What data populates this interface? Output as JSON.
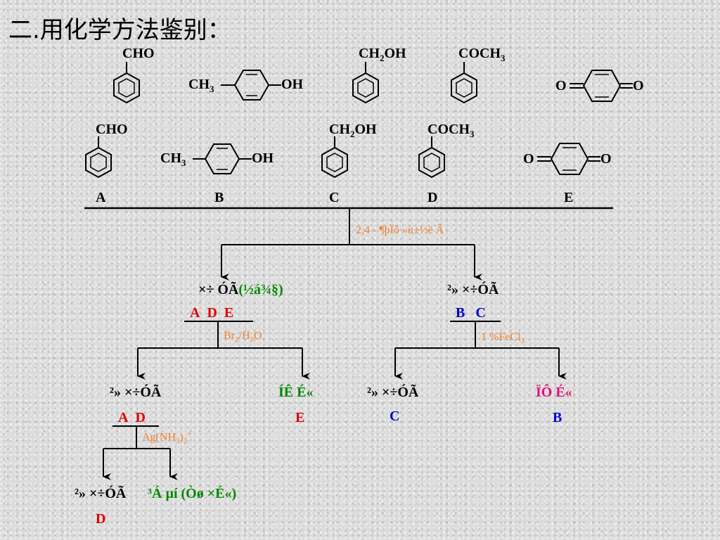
{
  "title": "二.用化学方法鉴别：",
  "row1": {
    "cho": "CHO",
    "ch3": "CH",
    "sub3": "3",
    "oh": "OH",
    "ch2oh_a": "CH",
    "sub2": "2",
    "ch2oh_b": "OH",
    "coch3": "COCH",
    "coch3_sub": "3",
    "o1": "O",
    "o2": "O"
  },
  "row2": {
    "cho": "CHO",
    "ch3": "CH",
    "sub3": "3",
    "oh": "OH",
    "ch2oh_a": "CH",
    "sub2": "2",
    "ch2oh_b": "OH",
    "coch3": "COCH",
    "coch3_sub": "3",
    "o1": "O",
    "o2": "O"
  },
  "labels": {
    "a": "A",
    "b": "B",
    "c": "C",
    "d": "D",
    "e": "E"
  },
  "reagents": {
    "dnph": "2,4 - ¶þÏõ »ù±½ë Â",
    "br2_a": "Br",
    "br2_sub": "2",
    "br2_b": "/H",
    "br2_sub2": "2",
    "br2_c": "O",
    "fecl3_a": "1 %FeCl",
    "fecl3_sub": "3",
    "tollens_a": "Ag(NH",
    "tollens_sub": "3",
    "tollens_b": ")",
    "tollens_sub2": "2",
    "tollens_sup": "+"
  },
  "results": {
    "left_top_a": "×÷ ÓÃ",
    "left_top_b": "(½á¾§)",
    "left_top_letters": {
      "a": "A",
      "d": "D",
      "e": "E"
    },
    "right_top": "²» ×÷ÓÃ",
    "right_top_letters": {
      "b": "B",
      "c": "C"
    },
    "ll": "²» ×÷ÓÃ",
    "ll_letters": {
      "a": "A",
      "d": "D"
    },
    "lr": "ÍÊ  É«",
    "lr_letter": "E",
    "rl": "²» ×÷ÓÃ",
    "rl_letter": "C",
    "rr": "ÏÔ  É«",
    "rr_letter": "B",
    "final_left": "²» ×÷ÓÃ",
    "final_left_letter": "D",
    "final_right": "³Á  µí (Òø ×É«)"
  },
  "colors": {
    "red": "#e00000",
    "blue": "#0000cc",
    "green": "#008800",
    "orange": "#f08030",
    "magenta": "#e0107a",
    "black": "#000000"
  }
}
